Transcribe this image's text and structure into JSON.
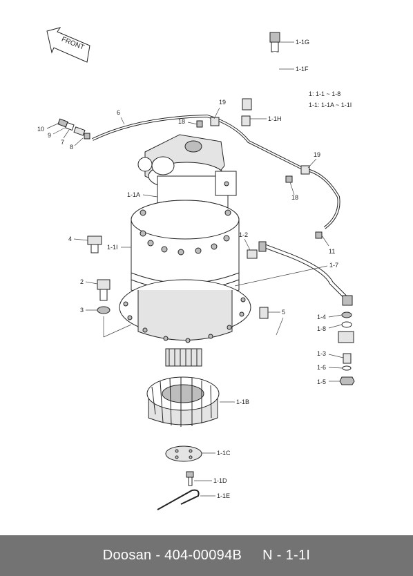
{
  "diagram": {
    "front_arrow_text": "FRONT",
    "note_lines": [
      "1: 1-1 ~ 1-8",
      "1-1: 1-1A ~ 1-1I"
    ],
    "labels": {
      "l_1_1g": "1-1G",
      "l_1_1f": "1-1F",
      "l_19a": "19",
      "l_6": "6",
      "l_18a": "18",
      "l_1_1h": "1-1H",
      "l_10": "10",
      "l_9": "9",
      "l_7": "7",
      "l_8": "8",
      "l_19b": "19",
      "l_18b": "18",
      "l_1_1a": "1-1A",
      "l_4": "4",
      "l_1_1i": "1-1I",
      "l_1_2": "1-2",
      "l_11": "11",
      "l_1_7": "1-7",
      "l_2": "2",
      "l_3": "3",
      "l_5": "5",
      "l_1_4": "1-4",
      "l_1_8": "1-8",
      "l_1_3": "1-3",
      "l_1_6": "1-6",
      "l_1_5": "1-5",
      "l_1_1b": "1-1B",
      "l_1_1c": "1-1C",
      "l_1_1d": "1-1D",
      "l_1_1e": "1-1E"
    }
  },
  "footer": {
    "part_text": "Doosan - 404-00094B",
    "ref_text": "N - 1-1I"
  }
}
